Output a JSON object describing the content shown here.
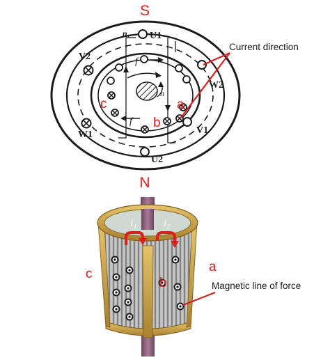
{
  "top_diagram": {
    "pole_top": "S",
    "pole_bottom": "N",
    "winding_labels": {
      "u1": "U1",
      "u2": "U2",
      "v1": "V1",
      "v2": "V2",
      "w1": "W1",
      "w2": "W2"
    },
    "rotor_speed_symbol": "n",
    "field_speed_symbol": "n₁",
    "force_symbol": "f",
    "conductor_labels": {
      "a": "a",
      "b": "b",
      "c": "c"
    },
    "annotation_current_direction": "Current direction"
  },
  "bottom_diagram": {
    "current_labels": {
      "i1": "i₁",
      "i2": "i₂"
    },
    "side_labels": {
      "a": "a",
      "b": "b",
      "c": "c"
    },
    "annotation_magnetic_line": "Magnetic line of force"
  },
  "colors": {
    "label_red": "#d42020",
    "stator_line": "#1a1a1a",
    "rotor_gold": "#c9a24a",
    "rotor_gray": "#8e8e8e",
    "shaft_purple": "#8a5d79"
  }
}
